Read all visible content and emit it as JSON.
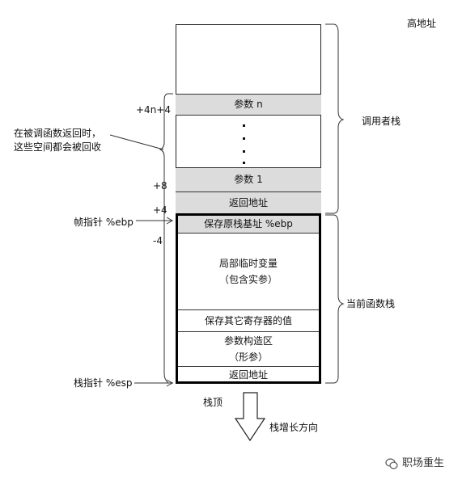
{
  "labels": {
    "high_address": "高地址",
    "caller_stack": "调用者栈",
    "current_stack": "当前函数栈",
    "note_line1": "在被调函数返回时，",
    "note_line2": "这些空间都会被回收",
    "frame_pointer": "帧指针 %ebp",
    "stack_pointer": "栈指针 %esp",
    "stack_top": "栈顶",
    "growth_direction": "栈增长方向",
    "watermark": "职场重生"
  },
  "offsets": {
    "o1": "+4n+4",
    "o2": "+8",
    "o3": "+4",
    "o4": "-4"
  },
  "cells": {
    "param_n": "参数 n",
    "param_1": "参数 1",
    "return_addr_caller": "返回地址",
    "saved_ebp": "保存原栈基址 %ebp",
    "locals_line1": "局部临时变量",
    "locals_line2": "（包含实参）",
    "saved_regs": "保存其它寄存器的值",
    "arg_build_line1": "参数构造区",
    "arg_build_line2": "（形参）",
    "return_addr_current": "返回地址"
  }
}
